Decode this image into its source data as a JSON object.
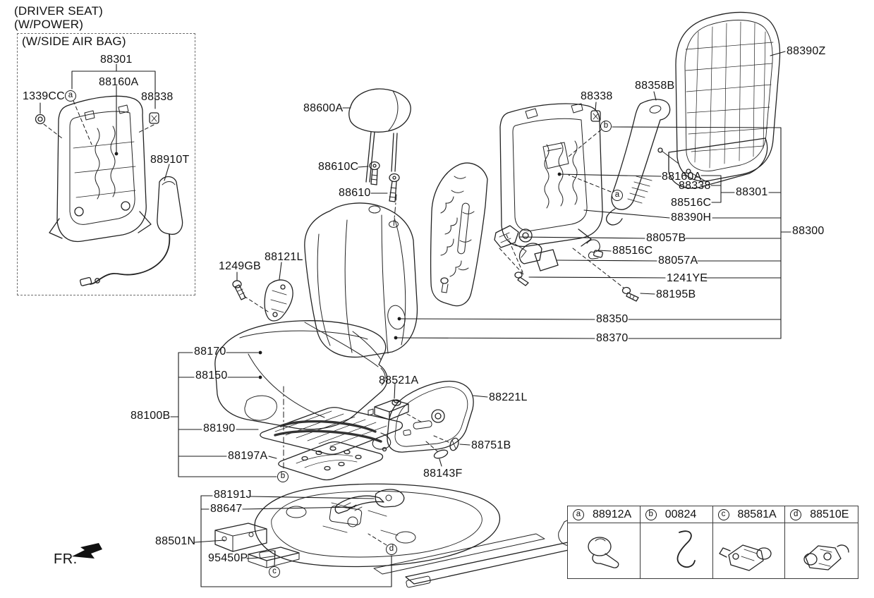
{
  "header": {
    "line1": "(DRIVER SEAT)",
    "line2": "(W/POWER)"
  },
  "inset_title": "(W/SIDE AIR BAG)",
  "fr_label": "FR.",
  "callouts": {
    "a": "a",
    "b": "b",
    "c": "c",
    "d": "d"
  },
  "labels": {
    "p88301": "88301",
    "p88160A": "88160A",
    "p88338": "88338",
    "p1339CC": "1339CC",
    "p88910T": "88910T",
    "p88600A": "88600A",
    "p88610C": "88610C",
    "p88610": "88610",
    "p88358B": "88358B",
    "p88390Z": "88390Z",
    "p88516C": "88516C",
    "p88390H": "88390H",
    "p88300": "88300",
    "p88057B": "88057B",
    "p88057A": "88057A",
    "p1241YE": "1241YE",
    "p88195B": "88195B",
    "p88350": "88350",
    "p88370": "88370",
    "p1249GB": "1249GB",
    "p88121L": "88121L",
    "p88170": "88170",
    "p88150": "88150",
    "p88100B": "88100B",
    "p88190": "88190",
    "p88197A": "88197A",
    "p88521A": "88521A",
    "p88221L": "88221L",
    "p88751B": "88751B",
    "p88143F": "88143F",
    "p88191J": "88191J",
    "p88647": "88647",
    "p88501N": "88501N",
    "p95450P": "95450P"
  },
  "legend": {
    "items": [
      {
        "letter": "a",
        "part": "88912A",
        "icon": "clip-icon"
      },
      {
        "letter": "b",
        "part": "00824",
        "icon": "spring-wire-icon"
      },
      {
        "letter": "c",
        "part": "88581A",
        "icon": "slide-motor-icon"
      },
      {
        "letter": "d",
        "part": "88510E",
        "icon": "height-motor-icon"
      }
    ]
  }
}
